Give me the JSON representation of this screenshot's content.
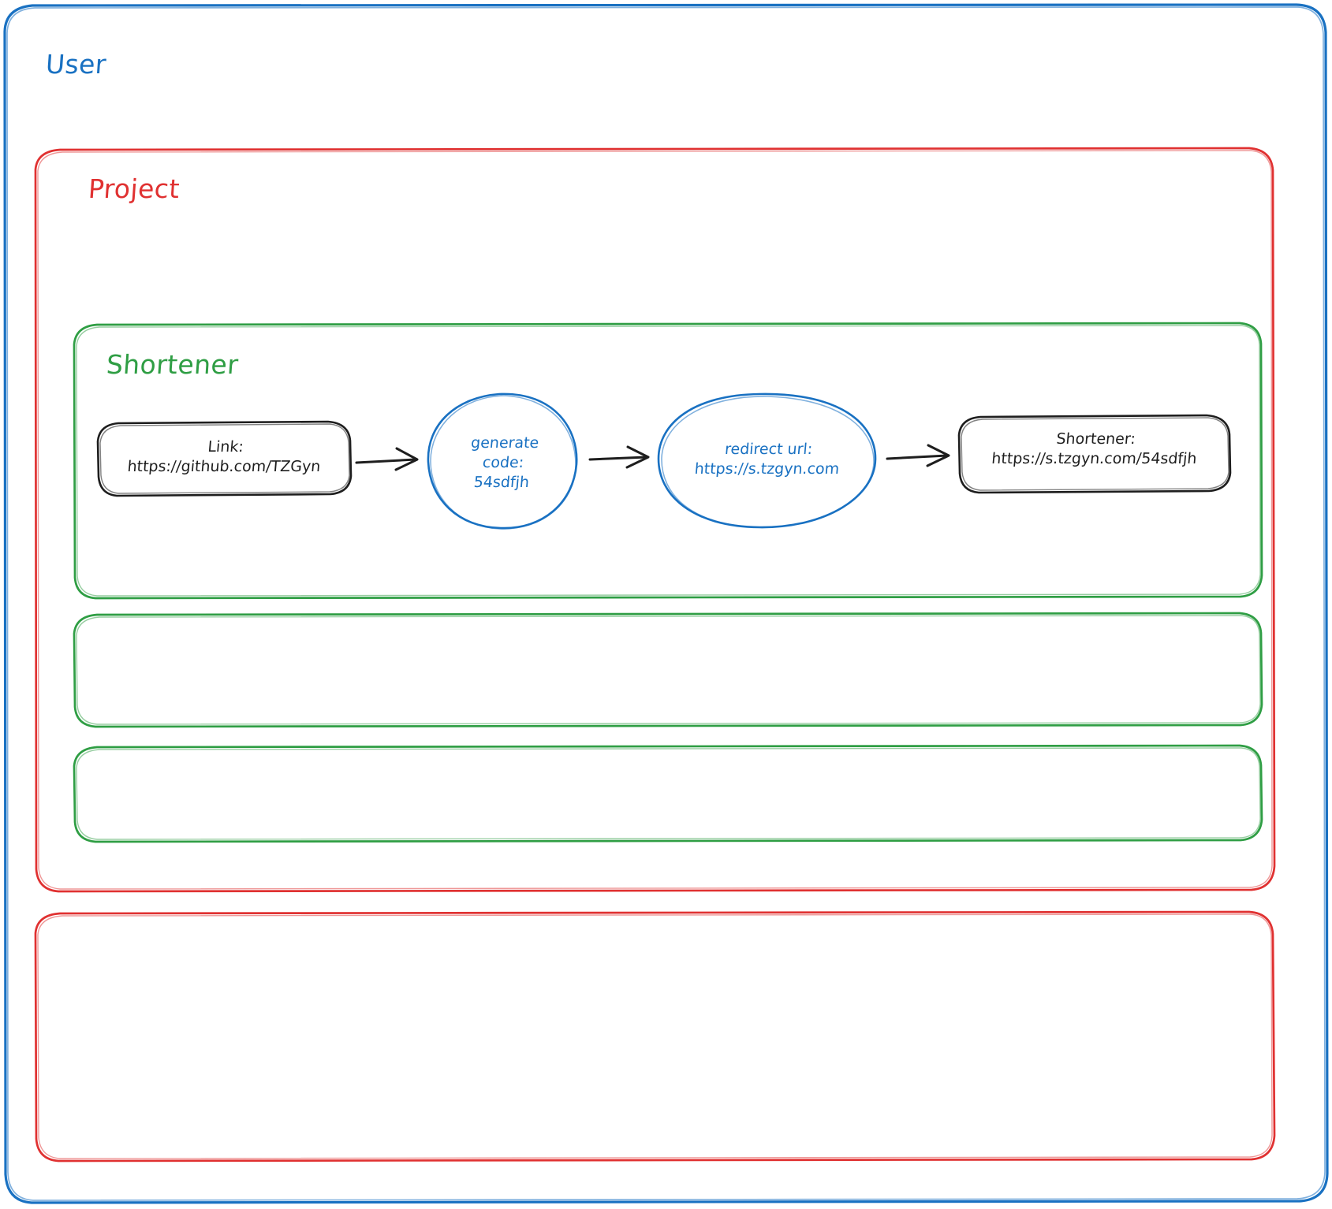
{
  "diagram": {
    "type": "flow-architecture",
    "style": "hand-drawn",
    "colors": {
      "blue": "#1971c2",
      "red": "#e03131",
      "green": "#2f9e44",
      "black": "#1e1e1e",
      "background": "#ffffff"
    },
    "groups": [
      {
        "id": "user",
        "label": "User",
        "color": "#1971c2",
        "shape": "rounded-rectangle"
      },
      {
        "id": "project",
        "label": "Project",
        "color": "#e03131",
        "shape": "rounded-rectangle"
      },
      {
        "id": "shortener",
        "label": "Shortener",
        "color": "#2f9e44",
        "shape": "rounded-rectangle"
      },
      {
        "id": "green-empty-1",
        "label": "",
        "color": "#2f9e44",
        "shape": "rounded-rectangle"
      },
      {
        "id": "green-empty-2",
        "label": "",
        "color": "#2f9e44",
        "shape": "rounded-rectangle"
      },
      {
        "id": "red-empty-1",
        "label": "",
        "color": "#e03131",
        "shape": "rounded-rectangle"
      }
    ],
    "nodes": [
      {
        "id": "link-node",
        "shape": "rounded-rectangle",
        "stroke": "#1e1e1e",
        "lines": [
          "Link:",
          "https://github.com/TZGyn"
        ]
      },
      {
        "id": "generate-code-node",
        "shape": "circle",
        "stroke": "#1971c2",
        "lines": [
          "generate",
          "code:",
          "54sdfjh"
        ]
      },
      {
        "id": "redirect-url-node",
        "shape": "ellipse",
        "stroke": "#1971c2",
        "lines": [
          "redirect url:",
          "https://s.tzgyn.com"
        ]
      },
      {
        "id": "shortener-node",
        "shape": "rounded-rectangle",
        "stroke": "#1e1e1e",
        "lines": [
          "Shortener:",
          "https://s.tzgyn.com/54sdfjh"
        ]
      }
    ],
    "arrows": [
      {
        "id": "arrow-1",
        "from": "link-node",
        "to": "generate-code-node",
        "stroke": "#1e1e1e",
        "head": "open"
      },
      {
        "id": "arrow-2",
        "from": "generate-code-node",
        "to": "redirect-url-node",
        "stroke": "#1e1e1e",
        "head": "open"
      },
      {
        "id": "arrow-3",
        "from": "redirect-url-node",
        "to": "shortener-node",
        "stroke": "#1e1e1e",
        "head": "open"
      }
    ]
  }
}
